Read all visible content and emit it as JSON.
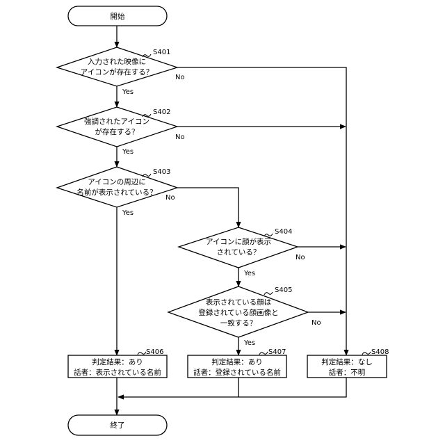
{
  "terminals": {
    "start": "開始",
    "end": "終了"
  },
  "steps": {
    "s401": {
      "id": "S401",
      "lines": [
        "入力された映像に",
        "アイコンが存在する？"
      ]
    },
    "s402": {
      "id": "S402",
      "lines": [
        "強調されたアイコン",
        "が存在する？"
      ]
    },
    "s403": {
      "id": "S403",
      "lines": [
        "アイコンの周辺に",
        "名前が表示されている？"
      ]
    },
    "s404": {
      "id": "S404",
      "lines": [
        "アイコンに顔が表示",
        "されている？"
      ]
    },
    "s405": {
      "id": "S405",
      "lines": [
        "表示されている顔は",
        "登録されている顔画像と",
        "一致する？"
      ]
    },
    "s406": {
      "id": "S406",
      "lines": [
        "判定結果：あり",
        "話者：表示されている名前"
      ]
    },
    "s407": {
      "id": "S407",
      "lines": [
        "判定結果：あり",
        "話者：登録されている名前"
      ]
    },
    "s408": {
      "id": "S408",
      "lines": [
        "判定結果：なし",
        "話者：不明"
      ]
    }
  },
  "branch_labels": {
    "yes": "Yes",
    "no": "No"
  },
  "colors": {
    "stroke": "#000000",
    "fill": "#ffffff"
  }
}
